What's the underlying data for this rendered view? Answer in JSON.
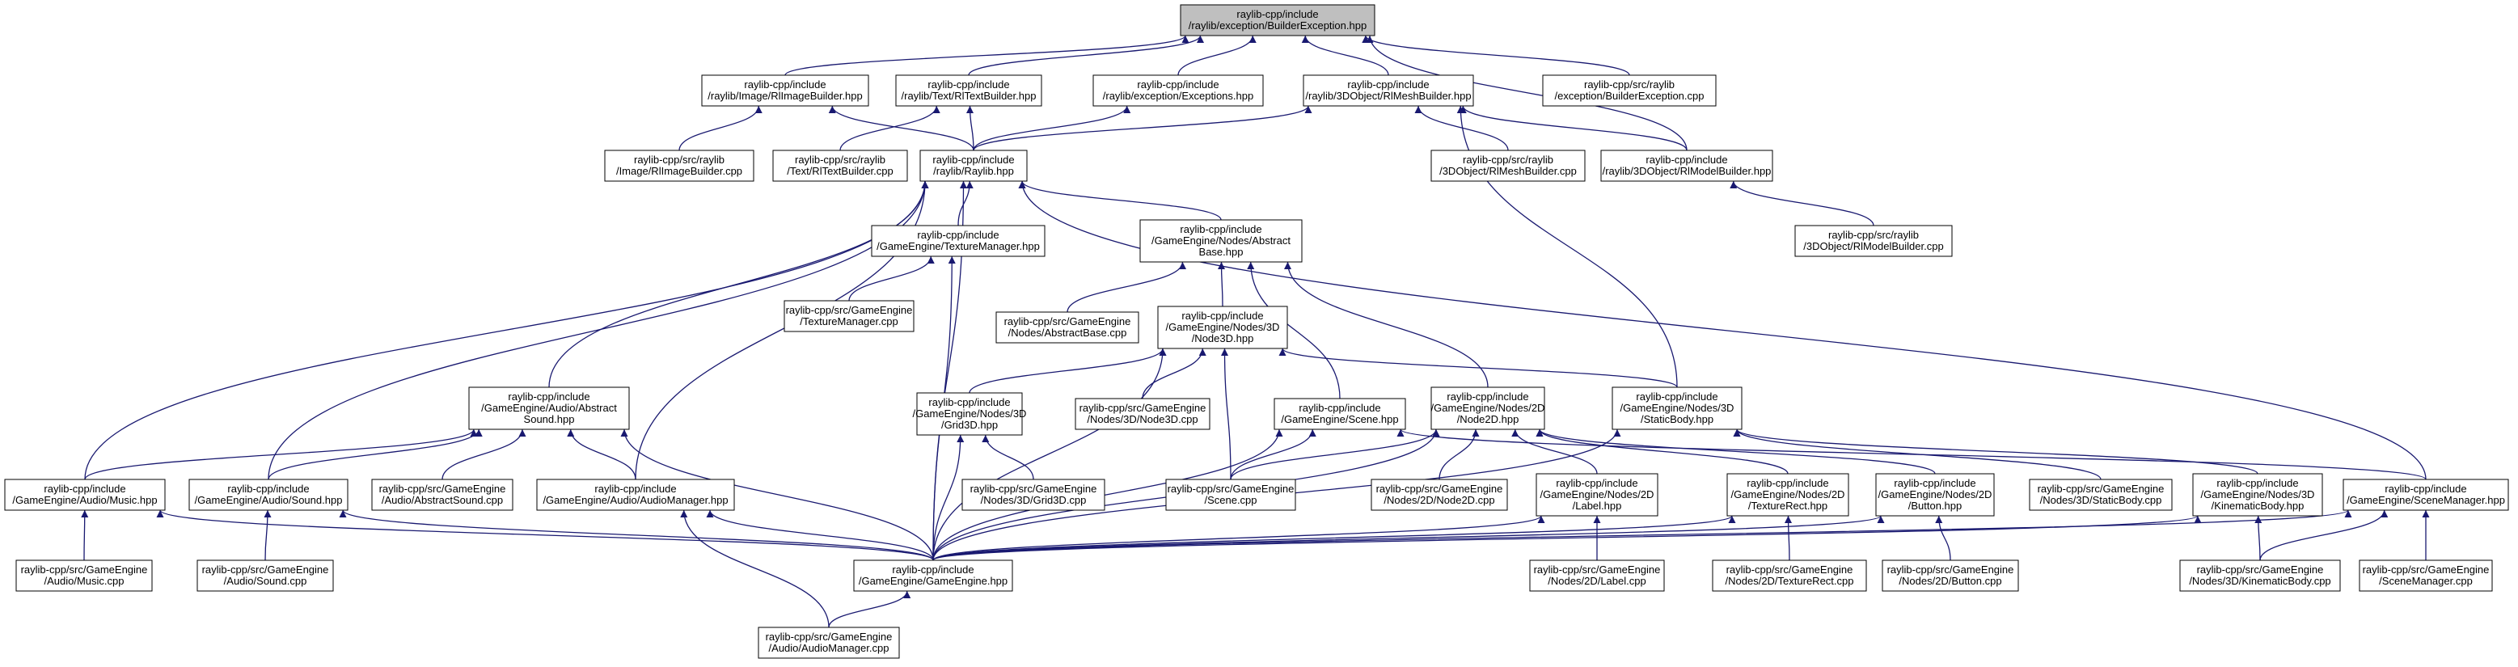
{
  "colors": {
    "edge": "#191970",
    "root_fill": "#bfbfbf",
    "node_fill": "#ffffff",
    "node_border": "#000000"
  },
  "nodes": {
    "builder_exception_hpp": [
      "raylib-cpp/include",
      "/raylib/exception/BuilderException.hpp"
    ],
    "rlimagebuilder_hpp": [
      "raylib-cpp/include",
      "/raylib/Image/RlImageBuilder.hpp"
    ],
    "rltextbuilder_hpp": [
      "raylib-cpp/include",
      "/raylib/Text/RlTextBuilder.hpp"
    ],
    "exceptions_hpp": [
      "raylib-cpp/include",
      "/raylib/exception/Exceptions.hpp"
    ],
    "rlmeshbuilder_hpp": [
      "raylib-cpp/include",
      "/raylib/3DObject/RlMeshBuilder.hpp"
    ],
    "builder_exception_cpp": [
      "raylib-cpp/src/raylib",
      "/exception/BuilderException.cpp"
    ],
    "rlimagebuilder_cpp": [
      "raylib-cpp/src/raylib",
      "/Image/RlImageBuilder.cpp"
    ],
    "rltextbuilder_cpp": [
      "raylib-cpp/src/raylib",
      "/Text/RlTextBuilder.cpp"
    ],
    "raylib_hpp": [
      "raylib-cpp/include",
      "/raylib/Raylib.hpp"
    ],
    "rlmeshbuilder_cpp": [
      "raylib-cpp/src/raylib",
      "/3DObject/RlMeshBuilder.cpp"
    ],
    "rlmodelbuilder_hpp": [
      "raylib-cpp/include",
      "/raylib/3DObject/RlModelBuilder.hpp"
    ],
    "rlmodelbuilder_cpp": [
      "raylib-cpp/src/raylib",
      "/3DObject/RlModelBuilder.cpp"
    ],
    "texturemanager_hpp": [
      "raylib-cpp/include",
      "/GameEngine/TextureManager.hpp"
    ],
    "abstractbase_hpp": [
      "raylib-cpp/include",
      "/GameEngine/Nodes/Abstract",
      "Base.hpp"
    ],
    "texturemanager_cpp": [
      "raylib-cpp/src/GameEngine",
      "/TextureManager.cpp"
    ],
    "abstractbase_cpp": [
      "raylib-cpp/src/GameEngine",
      "/Nodes/AbstractBase.cpp"
    ],
    "node3d_hpp": [
      "raylib-cpp/include",
      "/GameEngine/Nodes/3D",
      "/Node3D.hpp"
    ],
    "abstractsound_hpp": [
      "raylib-cpp/include",
      "/GameEngine/Audio/Abstract",
      "Sound.hpp"
    ],
    "grid3d_hpp": [
      "raylib-cpp/include",
      "/GameEngine/Nodes/3D",
      "/Grid3D.hpp"
    ],
    "node3d_cpp": [
      "raylib-cpp/src/GameEngine",
      "/Nodes/3D/Node3D.cpp"
    ],
    "scene_hpp": [
      "raylib-cpp/include",
      "/GameEngine/Scene.hpp"
    ],
    "node2d_hpp": [
      "raylib-cpp/include",
      "/GameEngine/Nodes/2D",
      "/Node2D.hpp"
    ],
    "staticbody_hpp": [
      "raylib-cpp/include",
      "/GameEngine/Nodes/3D",
      "/StaticBody.hpp"
    ],
    "grid3d_cpp": [
      "raylib-cpp/src/GameEngine",
      "/Nodes/3D/Grid3D.cpp"
    ],
    "music_hpp": [
      "raylib-cpp/include",
      "/GameEngine/Audio/Music.hpp"
    ],
    "sound_hpp": [
      "raylib-cpp/include",
      "/GameEngine/Audio/Sound.hpp"
    ],
    "abstractsound_cpp": [
      "raylib-cpp/src/GameEngine",
      "/Audio/AbstractSound.cpp"
    ],
    "audiomanager_hpp": [
      "raylib-cpp/include",
      "/GameEngine/Audio/AudioManager.hpp"
    ],
    "scene_cpp": [
      "raylib-cpp/src/GameEngine",
      "/Scene.cpp"
    ],
    "node2d_cpp": [
      "raylib-cpp/src/GameEngine",
      "/Nodes/2D/Node2D.cpp"
    ],
    "label_hpp": [
      "raylib-cpp/include",
      "/GameEngine/Nodes/2D",
      "/Label.hpp"
    ],
    "texturerect_hpp": [
      "raylib-cpp/include",
      "/GameEngine/Nodes/2D",
      "/TextureRect.hpp"
    ],
    "button_hpp": [
      "raylib-cpp/include",
      "/GameEngine/Nodes/2D",
      "/Button.hpp"
    ],
    "staticbody_cpp": [
      "raylib-cpp/src/GameEngine",
      "/Nodes/3D/StaticBody.cpp"
    ],
    "kinematicbody_hpp": [
      "raylib-cpp/include",
      "/GameEngine/Nodes/3D",
      "/KinematicBody.hpp"
    ],
    "scenemanager_hpp": [
      "raylib-cpp/include",
      "/GameEngine/SceneManager.hpp"
    ],
    "music_cpp": [
      "raylib-cpp/src/GameEngine",
      "/Audio/Music.cpp"
    ],
    "sound_cpp": [
      "raylib-cpp/src/GameEngine",
      "/Audio/Sound.cpp"
    ],
    "gameengine_hpp": [
      "raylib-cpp/include",
      "/GameEngine/GameEngine.hpp"
    ],
    "label_cpp": [
      "raylib-cpp/src/GameEngine",
      "/Nodes/2D/Label.cpp"
    ],
    "texturerect_cpp": [
      "raylib-cpp/src/GameEngine",
      "/Nodes/2D/TextureRect.cpp"
    ],
    "button_cpp": [
      "raylib-cpp/src/GameEngine",
      "/Nodes/2D/Button.cpp"
    ],
    "kinematicbody_cpp": [
      "raylib-cpp/src/GameEngine",
      "/Nodes/3D/KinematicBody.cpp"
    ],
    "scenemanager_cpp": [
      "raylib-cpp/src/GameEngine",
      "/SceneManager.cpp"
    ],
    "audiomanager_cpp": [
      "raylib-cpp/src/GameEngine",
      "/Audio/AudioManager.cpp"
    ]
  },
  "edges": [
    [
      "rlimagebuilder_hpp",
      "builder_exception_hpp"
    ],
    [
      "rltextbuilder_hpp",
      "builder_exception_hpp"
    ],
    [
      "exceptions_hpp",
      "builder_exception_hpp"
    ],
    [
      "rlmeshbuilder_hpp",
      "builder_exception_hpp"
    ],
    [
      "builder_exception_cpp",
      "builder_exception_hpp"
    ],
    [
      "rlmodelbuilder_hpp",
      "builder_exception_hpp"
    ],
    [
      "rlimagebuilder_cpp",
      "rlimagebuilder_hpp"
    ],
    [
      "raylib_hpp",
      "rlimagebuilder_hpp"
    ],
    [
      "rltextbuilder_cpp",
      "rltextbuilder_hpp"
    ],
    [
      "raylib_hpp",
      "rltextbuilder_hpp"
    ],
    [
      "raylib_hpp",
      "exceptions_hpp"
    ],
    [
      "raylib_hpp",
      "rlmeshbuilder_hpp"
    ],
    [
      "rlmeshbuilder_cpp",
      "rlmeshbuilder_hpp"
    ],
    [
      "rlmodelbuilder_hpp",
      "rlmeshbuilder_hpp"
    ],
    [
      "staticbody_hpp",
      "rlmeshbuilder_hpp"
    ],
    [
      "rlmodelbuilder_cpp",
      "rlmodelbuilder_hpp"
    ],
    [
      "texturemanager_hpp",
      "raylib_hpp"
    ],
    [
      "abstractbase_hpp",
      "raylib_hpp"
    ],
    [
      "music_hpp",
      "raylib_hpp"
    ],
    [
      "abstractsound_hpp",
      "raylib_hpp"
    ],
    [
      "sound_hpp",
      "raylib_hpp"
    ],
    [
      "audiomanager_hpp",
      "raylib_hpp"
    ],
    [
      "gameengine_hpp",
      "raylib_hpp"
    ],
    [
      "scenemanager_hpp",
      "raylib_hpp"
    ],
    [
      "texturemanager_cpp",
      "texturemanager_hpp"
    ],
    [
      "gameengine_hpp",
      "texturemanager_hpp"
    ],
    [
      "abstractbase_cpp",
      "abstractbase_hpp"
    ],
    [
      "node3d_hpp",
      "abstractbase_hpp"
    ],
    [
      "node2d_hpp",
      "abstractbase_hpp"
    ],
    [
      "scene_hpp",
      "abstractbase_hpp"
    ],
    [
      "grid3d_hpp",
      "node3d_hpp"
    ],
    [
      "node3d_cpp",
      "node3d_hpp"
    ],
    [
      "staticbody_hpp",
      "node3d_hpp"
    ],
    [
      "scene_cpp",
      "node3d_hpp"
    ],
    [
      "gameengine_hpp",
      "node3d_hpp"
    ],
    [
      "music_hpp",
      "abstractsound_hpp"
    ],
    [
      "sound_hpp",
      "abstractsound_hpp"
    ],
    [
      "abstractsound_cpp",
      "abstractsound_hpp"
    ],
    [
      "audiomanager_hpp",
      "abstractsound_hpp"
    ],
    [
      "gameengine_hpp",
      "abstractsound_hpp"
    ],
    [
      "grid3d_cpp",
      "grid3d_hpp"
    ],
    [
      "gameengine_hpp",
      "grid3d_hpp"
    ],
    [
      "scene_cpp",
      "scene_hpp"
    ],
    [
      "gameengine_hpp",
      "scene_hpp"
    ],
    [
      "scenemanager_hpp",
      "scene_hpp"
    ],
    [
      "scene_cpp",
      "node2d_hpp"
    ],
    [
      "node2d_cpp",
      "node2d_hpp"
    ],
    [
      "label_hpp",
      "node2d_hpp"
    ],
    [
      "texturerect_hpp",
      "node2d_hpp"
    ],
    [
      "button_hpp",
      "node2d_hpp"
    ],
    [
      "gameengine_hpp",
      "node2d_hpp"
    ],
    [
      "staticbody_cpp",
      "staticbody_hpp"
    ],
    [
      "kinematicbody_hpp",
      "staticbody_hpp"
    ],
    [
      "gameengine_hpp",
      "staticbody_hpp"
    ],
    [
      "music_cpp",
      "music_hpp"
    ],
    [
      "gameengine_hpp",
      "music_hpp"
    ],
    [
      "sound_cpp",
      "sound_hpp"
    ],
    [
      "gameengine_hpp",
      "sound_hpp"
    ],
    [
      "audiomanager_cpp",
      "audiomanager_hpp"
    ],
    [
      "gameengine_hpp",
      "audiomanager_hpp"
    ],
    [
      "label_cpp",
      "label_hpp"
    ],
    [
      "gameengine_hpp",
      "label_hpp"
    ],
    [
      "texturerect_cpp",
      "texturerect_hpp"
    ],
    [
      "gameengine_hpp",
      "texturerect_hpp"
    ],
    [
      "button_cpp",
      "button_hpp"
    ],
    [
      "gameengine_hpp",
      "button_hpp"
    ],
    [
      "kinematicbody_cpp",
      "kinematicbody_hpp"
    ],
    [
      "gameengine_hpp",
      "kinematicbody_hpp"
    ],
    [
      "scenemanager_cpp",
      "scenemanager_hpp"
    ],
    [
      "kinematicbody_cpp",
      "scenemanager_hpp"
    ],
    [
      "gameengine_hpp",
      "scenemanager_hpp"
    ],
    [
      "audiomanager_cpp",
      "gameengine_hpp"
    ]
  ]
}
